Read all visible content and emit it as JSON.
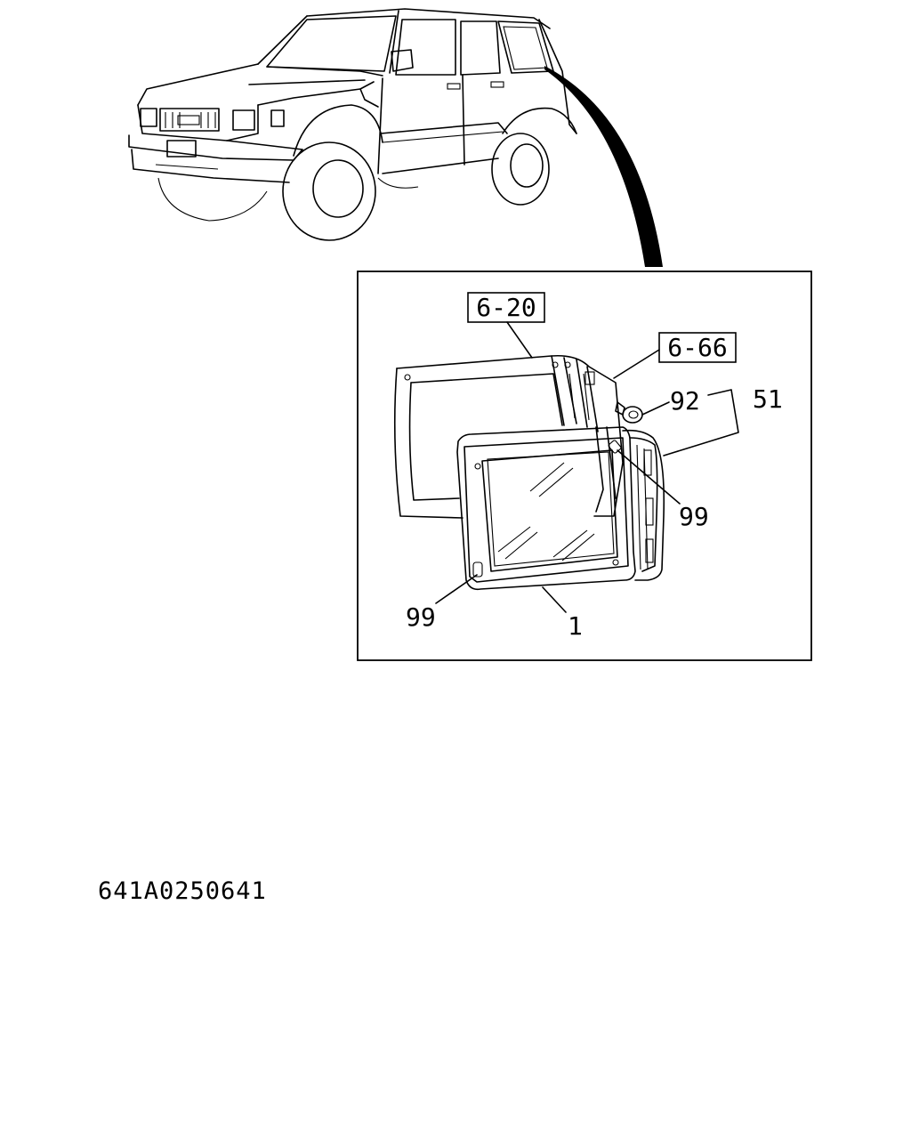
{
  "diagram": {
    "ref_boxes": [
      {
        "id": "ref_6_20",
        "text": "6-20"
      },
      {
        "id": "ref_6_66",
        "text": "6-66"
      }
    ],
    "callouts": {
      "part_92": "92",
      "part_51": "51",
      "part_99_upper": "99",
      "part_99_lower": "99",
      "part_1": "1"
    },
    "drawing_code": "641A0250641"
  }
}
